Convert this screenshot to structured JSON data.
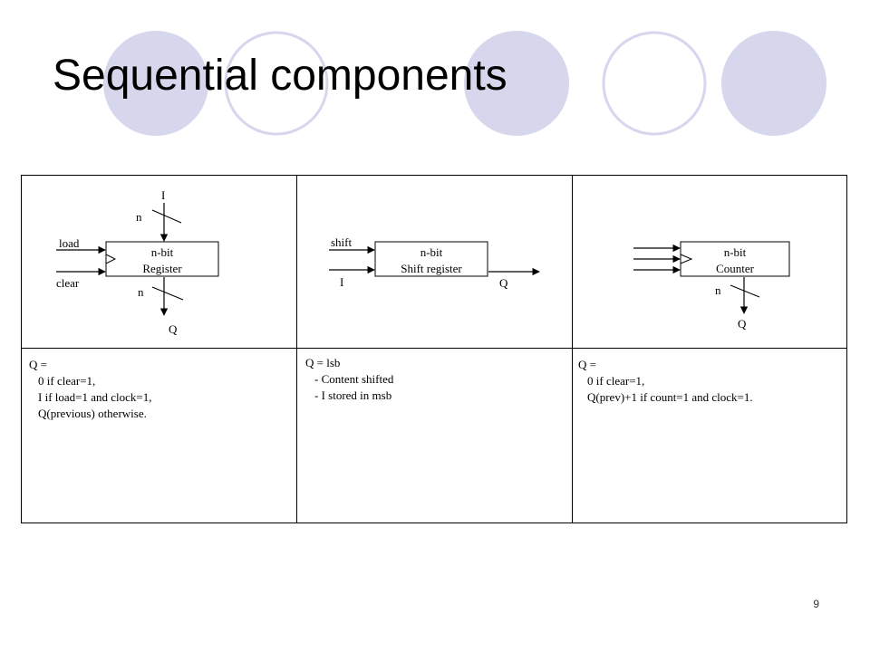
{
  "slide": {
    "title": "Sequential components",
    "page_number": "9",
    "colors": {
      "circle_fill": "#d6d6ec",
      "circle_outline": "#d6d6ec",
      "line": "#000000"
    }
  },
  "register": {
    "input_label": "I",
    "input_width": "n",
    "load_label": "load",
    "clear_label": "clear",
    "box_line1": "n-bit",
    "box_line2": "Register",
    "output_width": "n",
    "output_label": "Q",
    "desc": {
      "head": "Q =",
      "lines": [
        "0 if clear=1,",
        "I if load=1 and clock=1,",
        "Q(previous) otherwise."
      ]
    }
  },
  "shift_register": {
    "shift_label": "shift",
    "input_label": "I",
    "box_line1": "n-bit",
    "box_line2": "Shift register",
    "output_label": "Q",
    "desc": {
      "head": "Q = lsb",
      "lines": [
        "- Content shifted",
        "- I stored in msb"
      ]
    }
  },
  "counter": {
    "box_line1": "n-bit",
    "box_line2": "Counter",
    "output_width": "n",
    "output_label": "Q",
    "desc": {
      "head": "Q =",
      "lines": [
        "0 if clear=1,",
        "Q(prev)+1 if count=1 and clock=1."
      ]
    }
  }
}
